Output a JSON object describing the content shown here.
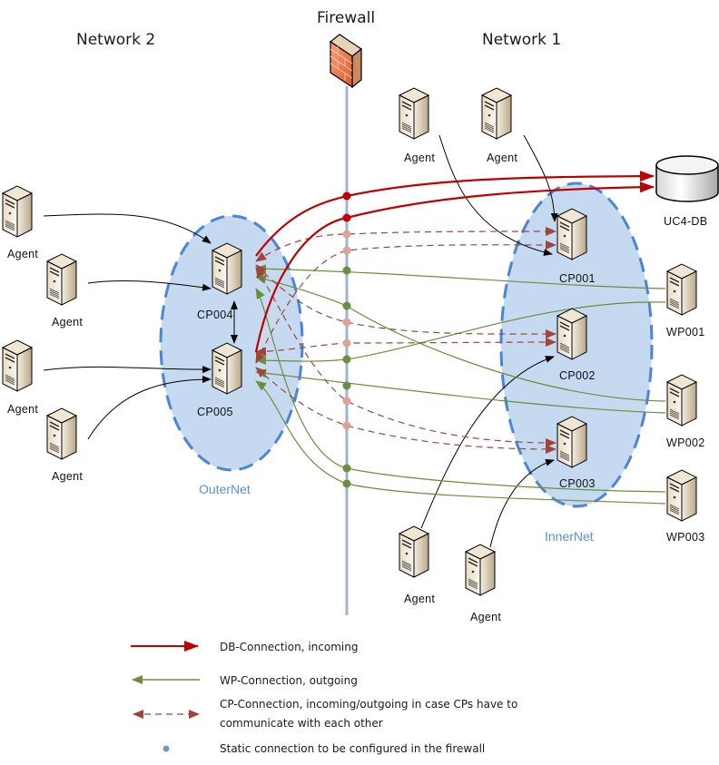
{
  "titles": {
    "network2": "Network 2",
    "network1": "Network 1",
    "firewall": "Firewall"
  },
  "zones": {
    "outer": "OuterNet",
    "inner": "InnerNet"
  },
  "nodes": {
    "agents_left": [
      "Agent",
      "Agent",
      "Agent",
      "Agent"
    ],
    "agents_top": [
      "Agent",
      "Agent"
    ],
    "agents_bottom": [
      "Agent",
      "Agent"
    ],
    "cp004": "CP004",
    "cp005": "CP005",
    "cp001": "CP001",
    "cp002": "CP002",
    "cp003": "CP003",
    "wp001": "WP001",
    "wp002": "WP002",
    "wp003": "WP003",
    "db": "UC4-DB"
  },
  "colors": {
    "db_connection": "#c00000",
    "wp_connection": "#6b8e3a",
    "cp_connection": "#a0453a",
    "static_dot": "#6a9bd1",
    "zone_fill": "#c5d9f1",
    "zone_border": "#4a86d4",
    "firewall_line": "#9bb3d6"
  },
  "legend": {
    "db": "DB-Connection, incoming",
    "wp": "WP-Connection, outgoing",
    "cp_line1": "CP-Connection, incoming/outgoing in case CPs have to",
    "cp_line2": "communicate with each other",
    "static": "Static connection to be configured in the firewall"
  }
}
